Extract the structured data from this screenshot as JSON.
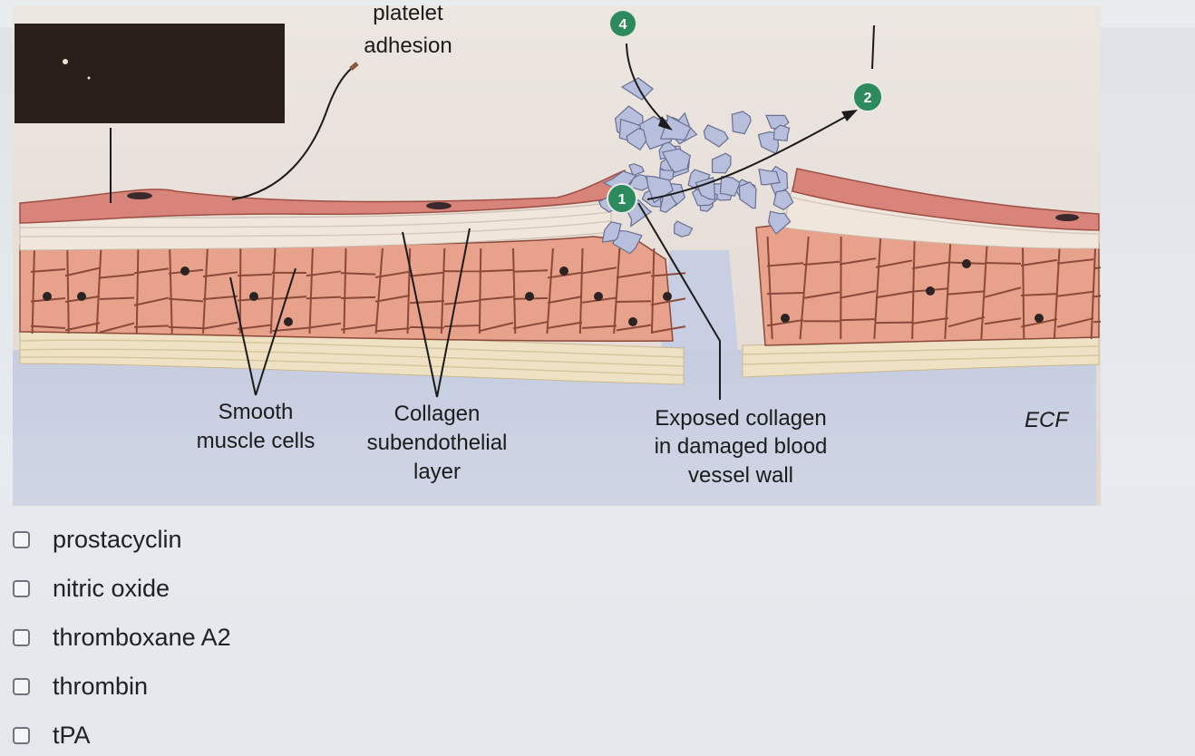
{
  "figure": {
    "labels": {
      "platelet_top": "platelet",
      "platelet_adhesion": "adhesion",
      "smooth_1": "Smooth",
      "smooth_2": "muscle cells",
      "collagen_1": "Collagen",
      "collagen_2": "subendothelial",
      "collagen_3": "layer",
      "exposed_1": "Exposed collagen",
      "exposed_2": "in damaged blood",
      "exposed_3": "vessel wall",
      "ecf": "ECF"
    },
    "badges": {
      "b1": "1",
      "b2": "2",
      "b4": "4"
    }
  },
  "options": [
    {
      "label": "prostacyclin",
      "checked": false
    },
    {
      "label": "nitric oxide",
      "checked": false
    },
    {
      "label": "thromboxane A2",
      "checked": false
    },
    {
      "label": "thrombin",
      "checked": false
    },
    {
      "label": "tPA",
      "checked": false
    }
  ]
}
